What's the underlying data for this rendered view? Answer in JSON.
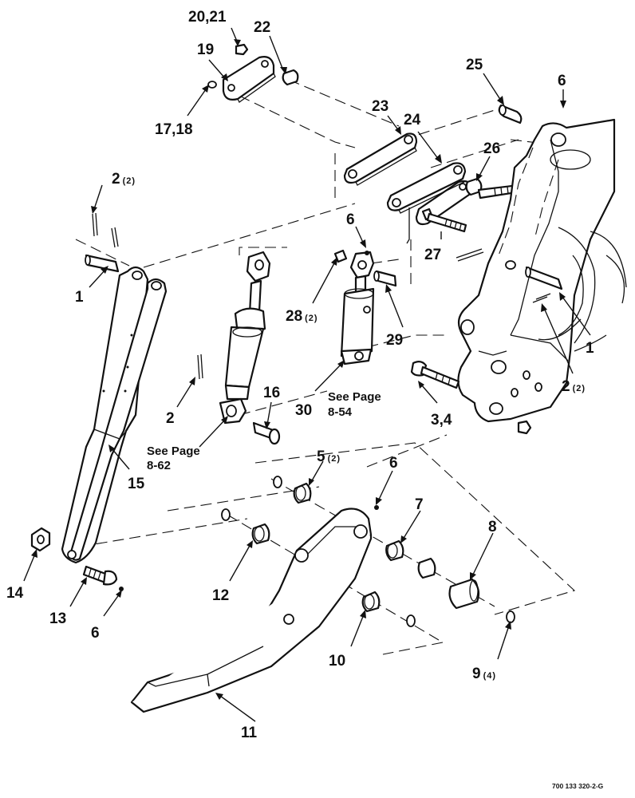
{
  "figure_id": "700 133 320-2-G",
  "notes": {
    "see_page_1_line1": "See Page",
    "see_page_1_line2": "8-62",
    "see_page_2_line1": "See Page",
    "see_page_2_line2": "8-54"
  },
  "callouts": [
    {
      "id": "c1",
      "label": "20,21",
      "qty": ""
    },
    {
      "id": "c2",
      "label": "22",
      "qty": ""
    },
    {
      "id": "c3",
      "label": "19",
      "qty": ""
    },
    {
      "id": "c4",
      "label": "17,18",
      "qty": ""
    },
    {
      "id": "c5",
      "label": "25",
      "qty": ""
    },
    {
      "id": "c6",
      "label": "6",
      "qty": ""
    },
    {
      "id": "c7",
      "label": "23",
      "qty": ""
    },
    {
      "id": "c8",
      "label": "24",
      "qty": ""
    },
    {
      "id": "c9",
      "label": "26",
      "qty": ""
    },
    {
      "id": "c10",
      "label": "2",
      "qty": "(2)"
    },
    {
      "id": "c11",
      "label": "6",
      "qty": ""
    },
    {
      "id": "c12",
      "label": "27",
      "qty": ""
    },
    {
      "id": "c13",
      "label": "1",
      "qty": ""
    },
    {
      "id": "c14",
      "label": "28",
      "qty": "(2)"
    },
    {
      "id": "c15",
      "label": "29",
      "qty": ""
    },
    {
      "id": "c16",
      "label": "1",
      "qty": ""
    },
    {
      "id": "c17",
      "label": "2",
      "qty": "(2)"
    },
    {
      "id": "c18",
      "label": "2",
      "qty": ""
    },
    {
      "id": "c19",
      "label": "16",
      "qty": ""
    },
    {
      "id": "c20",
      "label": "30",
      "qty": ""
    },
    {
      "id": "c21",
      "label": "3,4",
      "qty": ""
    },
    {
      "id": "c22",
      "label": "15",
      "qty": ""
    },
    {
      "id": "c23",
      "label": "5",
      "qty": "(2)"
    },
    {
      "id": "c24",
      "label": "6",
      "qty": ""
    },
    {
      "id": "c25",
      "label": "7",
      "qty": ""
    },
    {
      "id": "c26",
      "label": "8",
      "qty": ""
    },
    {
      "id": "c27",
      "label": "14",
      "qty": ""
    },
    {
      "id": "c28",
      "label": "12",
      "qty": ""
    },
    {
      "id": "c29",
      "label": "13",
      "qty": ""
    },
    {
      "id": "c30",
      "label": "6",
      "qty": ""
    },
    {
      "id": "c31",
      "label": "10",
      "qty": ""
    },
    {
      "id": "c32",
      "label": "9",
      "qty": "(4)"
    },
    {
      "id": "c33",
      "label": "11",
      "qty": ""
    }
  ]
}
